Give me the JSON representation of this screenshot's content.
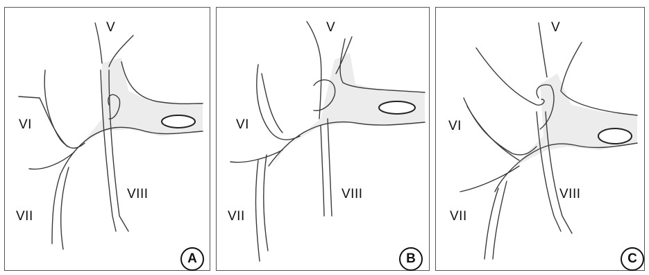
{
  "panels": [
    {
      "id": "A",
      "labels": {
        "v": "V",
        "vi": "VI",
        "vii": "VII",
        "viii": "VIII"
      }
    },
    {
      "id": "B",
      "labels": {
        "v": "V",
        "vi": "VI",
        "vii": "VII",
        "viii": "VIII"
      }
    },
    {
      "id": "C",
      "labels": {
        "v": "V",
        "vi": "VI",
        "vii": "VII",
        "viii": "VIII"
      }
    }
  ]
}
